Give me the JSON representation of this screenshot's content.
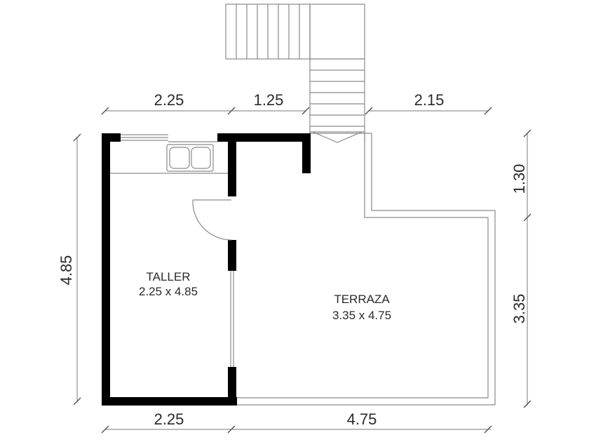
{
  "rooms": {
    "taller": {
      "name": "TALLER",
      "size": "2.25 x 4.85"
    },
    "terraza": {
      "name": "TERRAZA",
      "size": "3.35 x 4.75"
    }
  },
  "dimensions": {
    "top_left": "2.25",
    "top_middle": "1.25",
    "top_right": "2.15",
    "bottom_left": "2.25",
    "bottom_right": "4.75",
    "left_height": "4.85",
    "right_upper": "1.30",
    "right_lower": "3.35"
  }
}
